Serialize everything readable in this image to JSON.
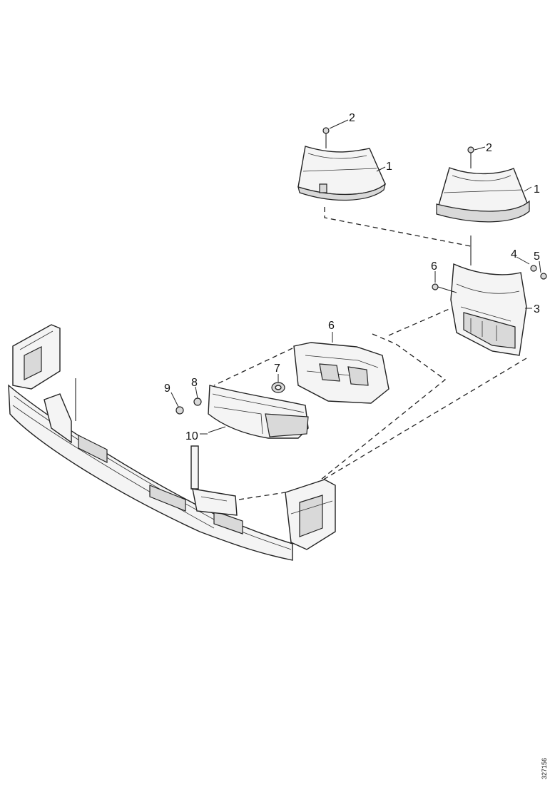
{
  "callouts": {
    "c1_left": "1",
    "c1_right": "1",
    "c2_left": "2",
    "c2_right": "2",
    "c3": "3",
    "c4": "4",
    "c5": "5",
    "c6_bolt": "6",
    "c6_bracket": "6",
    "c7": "7",
    "c8": "8",
    "c9": "9",
    "c10": "10"
  },
  "document_id": "327156"
}
